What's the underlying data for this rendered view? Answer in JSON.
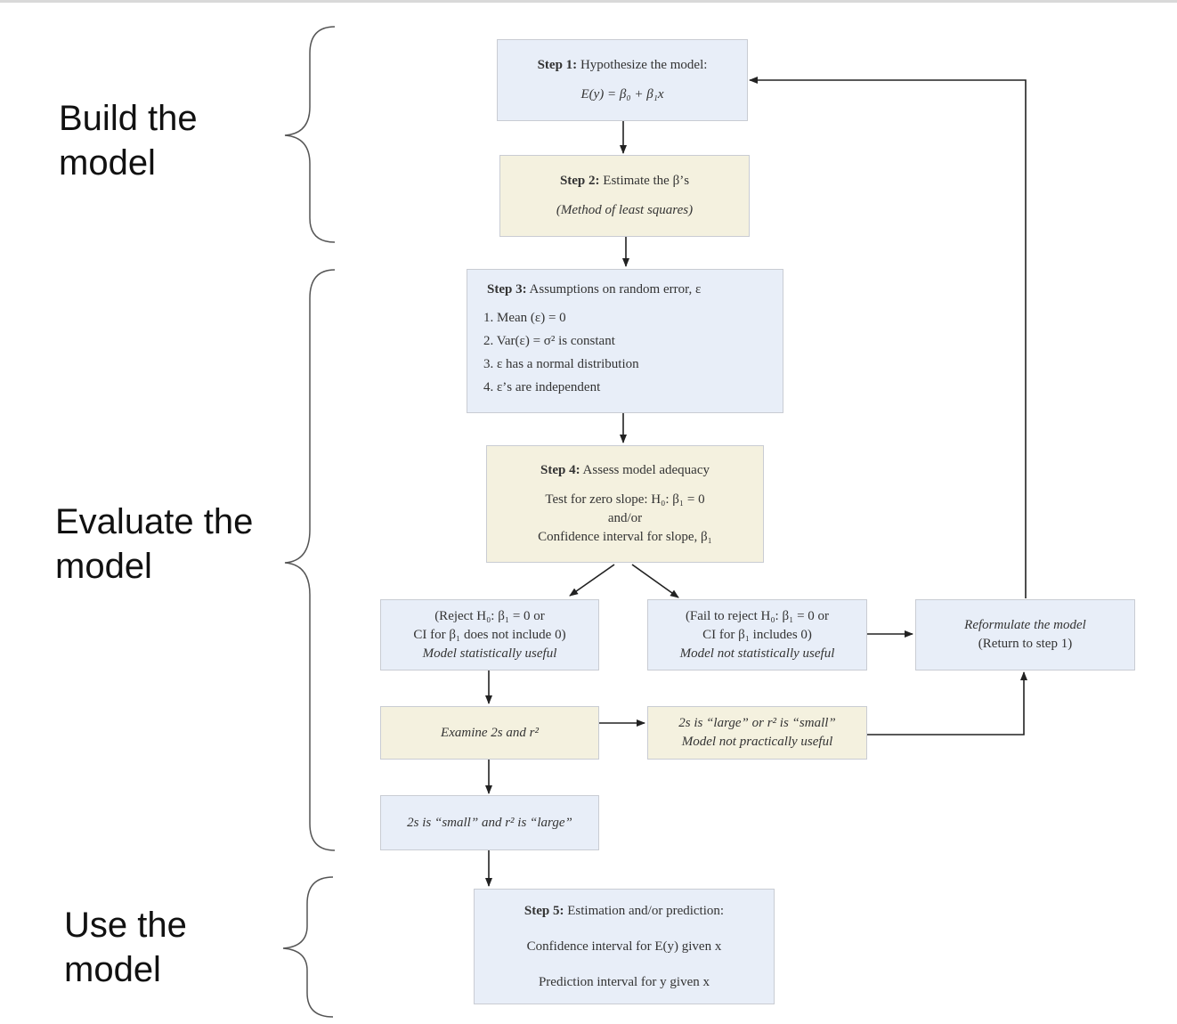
{
  "phases": {
    "build": [
      "Build the",
      "model"
    ],
    "evaluate": [
      "Evaluate the",
      "model"
    ],
    "use": [
      "Use the",
      "model"
    ]
  },
  "step1": {
    "label": "Step 1:",
    "text": "Hypothesize the model:",
    "formula": "E(y) = β₀ + β₁x"
  },
  "step2": {
    "label": "Step 2:",
    "text": "Estimate the β’s",
    "note": "(Method of least squares)"
  },
  "step3": {
    "label": "Step 3:",
    "text": "Assumptions on random error, ε",
    "items": [
      "1. Mean (ε) = 0",
      "2. Var(ε) = σ² is constant",
      "3. ε has a normal distribution",
      "4. ε’s are independent"
    ]
  },
  "step4": {
    "label": "Step 4:",
    "text": "Assess model adequacy",
    "test": "Test for zero slope: H₀: β₁ = 0",
    "andor": "and/or",
    "ci": "Confidence interval for slope, β₁"
  },
  "reject": {
    "line1": "(Reject H₀: β₁ = 0 or",
    "line2": "CI for β₁ does not include 0)",
    "line3": "Model statistically useful"
  },
  "fail": {
    "line1": "(Fail to reject H₀: β₁ = 0 or",
    "line2": "CI for β₁ includes 0)",
    "line3": "Model not statistically useful"
  },
  "reformulate": {
    "line1": "Reformulate the model",
    "line2": "(Return to step 1)"
  },
  "examine": {
    "text": "Examine 2s and r²"
  },
  "large_small": {
    "line1": "2s is “large” or r² is “small”",
    "line2": "Model not practically useful"
  },
  "small_large": {
    "text": "2s is “small” and r² is “large”"
  },
  "step5": {
    "label": "Step 5:",
    "text": "Estimation and/or prediction:",
    "ci": "Confidence interval for E(y) given x",
    "pi": "Prediction interval for y given x"
  },
  "colors": {
    "blue_box": "#e8eef8",
    "tan_box": "#f4f1df",
    "border": "#c9ccd3",
    "arrow": "#222222"
  }
}
